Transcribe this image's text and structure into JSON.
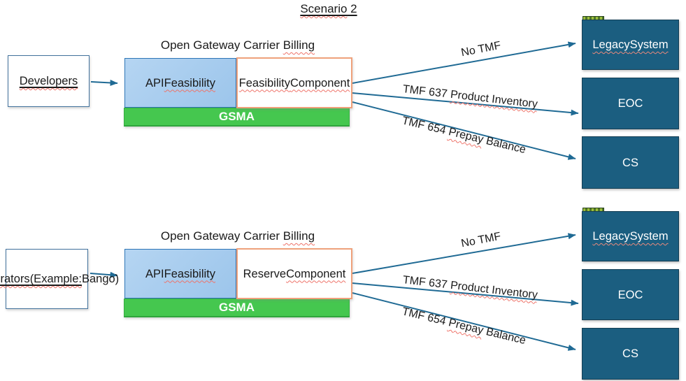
{
  "title": {
    "segments": [
      {
        "t": "Scenario",
        "s": true,
        "u": true
      },
      {
        "t": " 2",
        "u": true
      }
    ]
  },
  "colors": {
    "arrow": "#1F6A94",
    "api_fill": "#A6CBEE",
    "api_border": "#2E75B6",
    "component_border": "#EFA17B",
    "platform_fill": "#45C74F",
    "target_fill": "#1B5E80",
    "source_border": "#41719C",
    "spellcheck_squiggle": "#EE7268",
    "text": "#1A1A1A"
  },
  "scenarios": [
    {
      "heading": {
        "segments": [
          {
            "t": "Open Gateway Carrier "
          },
          {
            "t": "Billing",
            "s": true
          }
        ]
      },
      "source": {
        "segments": [
          {
            "t": "Developers",
            "s": true,
            "u": true
          }
        ]
      },
      "api_box": {
        "segments": [
          {
            "t": "API\n"
          },
          {
            "t": "Feasibility",
            "s": true
          }
        ]
      },
      "component_box": {
        "segments": [
          {
            "t": "Feasibility",
            "s": true
          },
          {
            "t": "\n"
          },
          {
            "t": "Component",
            "s": true
          }
        ]
      },
      "platform_label": "GSMA",
      "arrows": [
        {
          "label": {
            "segments": [
              {
                "t": "No TMF"
              }
            ]
          }
        },
        {
          "label": {
            "segments": [
              {
                "t": "TMF 637 "
              },
              {
                "t": "Product Inventory",
                "s": true
              }
            ]
          }
        },
        {
          "label": {
            "segments": [
              {
                "t": "TMF 654 "
              },
              {
                "t": "Prepay",
                "s": true
              },
              {
                "t": " Balance"
              }
            ]
          }
        }
      ],
      "targets": [
        {
          "segments": [
            {
              "t": "Legacy",
              "s": true
            },
            {
              "t": "\n"
            },
            {
              "t": "System",
              "s": true
            }
          ]
        },
        {
          "segments": [
            {
              "t": "EOC"
            }
          ]
        },
        {
          "segments": [
            {
              "t": "CS"
            }
          ]
        }
      ]
    },
    {
      "heading": {
        "segments": [
          {
            "t": "Open Gateway Carrier "
          },
          {
            "t": "Billing",
            "s": true
          }
        ]
      },
      "source": {
        "segments": [
          {
            "t": "Integrators",
            "s": true,
            "u": true
          },
          {
            "t": "\n"
          },
          {
            "t": "(Example:",
            "s": true,
            "u": true
          },
          {
            "t": "\n"
          },
          {
            "t": "Bango)"
          }
        ]
      },
      "api_box": {
        "segments": [
          {
            "t": "API\n"
          },
          {
            "t": "Feasibility",
            "s": true
          }
        ]
      },
      "component_box": {
        "segments": [
          {
            "t": "Reserve"
          },
          {
            "t": "\n"
          },
          {
            "t": "Component",
            "s": true
          }
        ]
      },
      "platform_label": "GSMA",
      "arrows": [
        {
          "label": {
            "segments": [
              {
                "t": "No TMF"
              }
            ]
          }
        },
        {
          "label": {
            "segments": [
              {
                "t": "TMF 637 "
              },
              {
                "t": "Product Inventory",
                "s": true
              }
            ]
          }
        },
        {
          "label": {
            "segments": [
              {
                "t": "TMF 654 "
              },
              {
                "t": "Prepay",
                "s": true
              },
              {
                "t": " Balance"
              }
            ]
          }
        }
      ],
      "targets": [
        {
          "segments": [
            {
              "t": "Legacy",
              "s": true
            },
            {
              "t": "\n"
            },
            {
              "t": "System",
              "s": true
            }
          ]
        },
        {
          "segments": [
            {
              "t": "EOC"
            }
          ]
        },
        {
          "segments": [
            {
              "t": "CS"
            }
          ]
        }
      ]
    }
  ]
}
